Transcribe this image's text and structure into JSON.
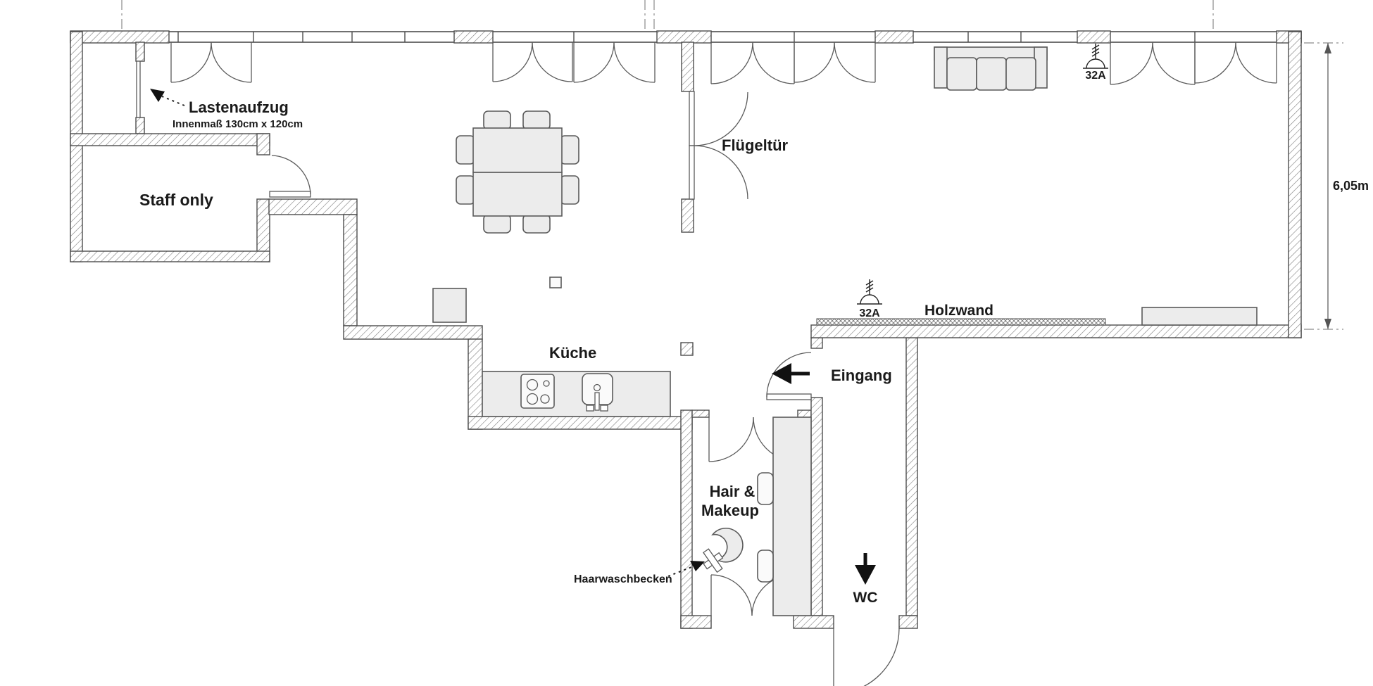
{
  "labels": {
    "lastenaufzug": "Lastenaufzug",
    "lastenaufzug_dim": "Innenmaß 130cm x 120cm",
    "staff_only": "Staff only",
    "fluegeltuer": "Flügeltür",
    "kueche": "Küche",
    "holzwand": "Holzwand",
    "eingang": "Eingang",
    "hair_makeup_line1": "Hair &",
    "hair_makeup_line2": "Makeup",
    "haarwaschbecken": "Haarwaschbecken",
    "wc": "WC",
    "dimension_right": "6,05m",
    "socket_top": "32A",
    "socket_mid": "32A"
  },
  "icons": {
    "socket_symbol": "cee-socket-icon",
    "entrance_arrow": "entrance-direction-arrow-icon",
    "wc_arrow": "wc-direction-arrow-icon",
    "leader_arrows": "leader-arrow-icon"
  },
  "colors": {
    "wall_stroke": "#4d4d4d",
    "furniture_fill": "#ececec",
    "text": "#1a1a1a",
    "background": "#ffffff"
  }
}
